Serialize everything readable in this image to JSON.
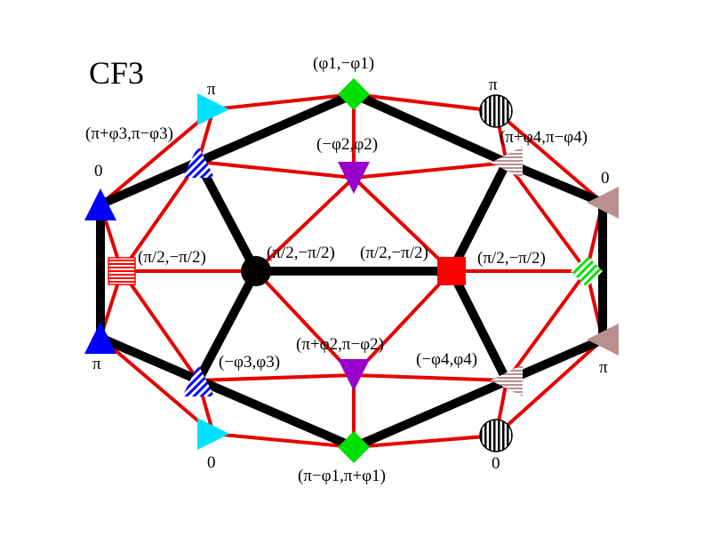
{
  "title": "CF3",
  "colors": {
    "thick_edge": "#000000",
    "thin_edge": "#e60000",
    "green": "#00e000",
    "cyan": "#00e0ff",
    "blue": "#0000ff",
    "red": "#ff0000",
    "purple": "#9900cc",
    "rosy": "#bc8f8f",
    "black": "#000000"
  },
  "labels": {
    "top_green": "(φ1,−φ1)",
    "left_top_zero": "0",
    "top_cyan_pi": "π",
    "top_right_circle_pi": "π",
    "upper_left_striped": "(π+φ3,π−φ3)",
    "upper_purple": "(−φ2,φ2)",
    "upper_right_striped": "(π+φ4,π−φ4)",
    "right_top_zero": "0",
    "mid_left_square": "(π/2,−π/2)",
    "mid_black": "(π/2,−π/2)",
    "mid_red": "(π/2,−π/2)",
    "mid_right_diamond": "(π/2,−π/2)",
    "left_bottom_pi": "π",
    "lower_left_striped": "(−φ3,φ3)",
    "lower_purple": "(π+φ2,π−φ2)",
    "lower_right_striped": "(−φ4,φ4)",
    "right_bottom_pi": "π",
    "bottom_cyan_zero": "0",
    "bottom_circle_zero": "0",
    "bottom_green": "(π−φ1,π+φ1)"
  }
}
